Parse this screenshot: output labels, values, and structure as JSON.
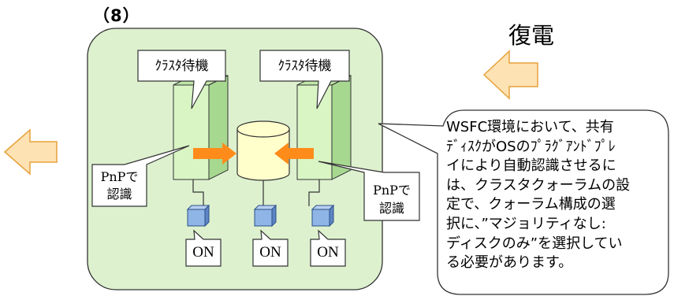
{
  "step": "（8）",
  "recovery": "復電",
  "cluster_nodes": [
    {
      "label": "ｸﾗｽﾀ待機"
    },
    {
      "label": "ｸﾗｽﾀ待機"
    }
  ],
  "pnp_callouts": [
    {
      "line1": "PnPで",
      "line2": "認識"
    },
    {
      "line1": "PnPで",
      "line2": "認識"
    }
  ],
  "power_labels": [
    "ON",
    "ON",
    "ON"
  ],
  "note_lines": [
    "WSFC環境において、共有",
    "ﾃﾞｨｽｸがOSのﾌﾟﾗｸﾞｱﾝﾄﾞﾌﾟﾚ",
    "イにより自動認識させるに",
    "は、クラスタクォーラムの設",
    "定で、クォーラム構成の選",
    "択に、”マジョリティなし:",
    "ディスクのみ”を選択してい",
    "る必要があります。"
  ],
  "colors": {
    "panel_fill": "#ddf1cf",
    "node_fill": "#d9f5c4",
    "disk_fill": "#ffffcc",
    "arrow_orange": "#ff8c1a",
    "block_arrow_fill": "#fde2b3",
    "block_arrow_stroke": "#e6a23c",
    "device_fill": "#8fb4e6",
    "device_stroke": "#2a4f88"
  }
}
